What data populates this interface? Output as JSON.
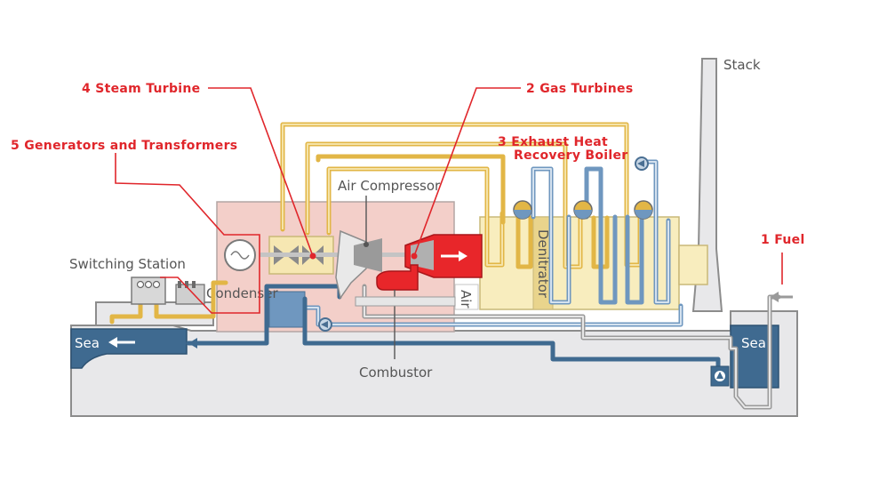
{
  "labels": {
    "stack": "Stack",
    "steam_turbine": "4  Steam Turbine",
    "gas_turbines": "2  Gas Turbines",
    "generators_transformers": "5  Generators and Transformers",
    "exhaust_heat_line1": "3  Exhaust Heat",
    "exhaust_heat_line2": "Recovery Boiler",
    "air_compressor": "Air Compressor",
    "fuel": "1  Fuel",
    "switching_station": "Switching Station",
    "condenser": "Condenser",
    "denitrator": "Denitrator",
    "air": "Air",
    "sea_left": "Sea",
    "sea_right": "Sea",
    "combustor": "Combustor"
  },
  "colors": {
    "accent_red": "#e0262b",
    "steam_gold": "#e2b646",
    "water_blue": "#6f97bf",
    "sea_navy": "#3f6a90",
    "boiler_yellow": "#f8edbe",
    "turbine_building_pink": "#f3cfc9",
    "ground_gray": "#e8e8ea",
    "gas_turbine_red": "#e8262a"
  },
  "icons": {
    "generator": "sine-wave-circle-icon",
    "pump": "pump-icon",
    "valve": "valve-icon",
    "flow_arrow": "arrow-icon"
  }
}
